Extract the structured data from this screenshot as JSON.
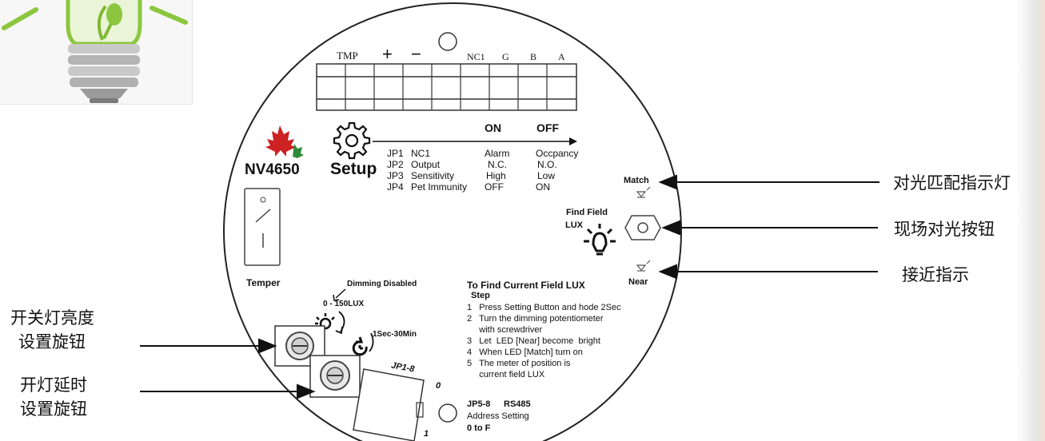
{
  "terminal": {
    "labels": [
      "TMP",
      "+",
      "−",
      "NC1",
      "G",
      "B",
      "A"
    ]
  },
  "brand": {
    "model": "NV4650"
  },
  "setup": {
    "label": "Setup",
    "header_on": "ON",
    "header_off": "OFF",
    "rows": [
      {
        "jp": "JP1",
        "name": "NC1",
        "on": "Alarm",
        "off": "Occpancy"
      },
      {
        "jp": "JP2",
        "name": "Output",
        "on": "N.C.",
        "off": "N.O."
      },
      {
        "jp": "JP3",
        "name": "Sensitivity",
        "on": "High",
        "off": "Low"
      },
      {
        "jp": "JP4",
        "name": "Pet Immunity",
        "on": "OFF",
        "off": "ON"
      }
    ]
  },
  "panel": {
    "match": "Match",
    "find_field": "Find Field",
    "lux": "LUX",
    "near": "Near",
    "temper": "Temper",
    "dimming_disabled": "Dimming Disabled",
    "lux_range": "0 - 150LUX",
    "time_range": "1Sec-30Min",
    "jp18": "JP1-8",
    "jp_zero": "0",
    "jp_one": "1"
  },
  "instructions": {
    "title": "To Find Current Field LUX",
    "step": "Step",
    "lines": [
      "1   Press Setting Button and hode 2Sec",
      "2   Turn the dimming potentiometer",
      "     with screwdriver",
      "3   Let  LED [Near] become  bright",
      "4   When LED [Match] turn on",
      "5   The meter of position is",
      "     current field LUX"
    ]
  },
  "address": {
    "jp58": "JP5-8",
    "rs485": "RS485",
    "setting": "Address Setting",
    "range": "0 to F"
  },
  "callouts": {
    "match_led": "对光匹配指示灯",
    "find_button": "现场对光按钮",
    "near_led": "接近指示",
    "brightness_knob_1": "开关灯亮度",
    "brightness_knob_2": "设置旋钮",
    "delay_knob_1": "开灯延时",
    "delay_knob_2": "设置旋钮"
  },
  "colors": {
    "leaf_red": "#cc2222",
    "leaf_green": "#2e8b3a",
    "bulb_green": "#8cc63f"
  }
}
